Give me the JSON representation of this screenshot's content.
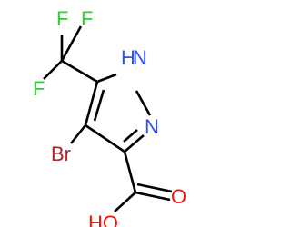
{
  "molecule": {
    "atoms": {
      "f_top": "F",
      "f_left": "F",
      "f_right": "F",
      "nh": "H",
      "nh_n": "N",
      "n2": "N",
      "br": "Br",
      "oh": "HO",
      "o": "O"
    },
    "colors": {
      "bond": "#000000",
      "f": "#33cc33",
      "n": "#3050f8",
      "br": "#a62929",
      "o": "#ff0d0d"
    }
  }
}
